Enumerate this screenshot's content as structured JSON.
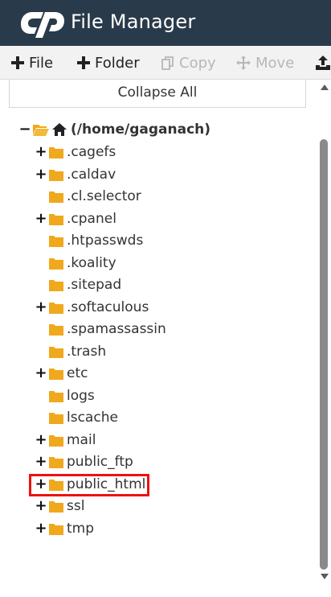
{
  "header": {
    "title": "File Manager",
    "logo_icon": "cpanel-logo-icon",
    "background": "#293a4a"
  },
  "toolbar": {
    "file_label": "File",
    "folder_label": "Folder",
    "copy_label": "Copy",
    "move_label": "Move"
  },
  "tree": {
    "collapse_all_label": "Collapse All",
    "root_label": "(/home/gaganach)",
    "items": [
      {
        "label": ".cagefs",
        "expandable": true
      },
      {
        "label": ".caldav",
        "expandable": true
      },
      {
        "label": ".cl.selector",
        "expandable": false
      },
      {
        "label": ".cpanel",
        "expandable": true
      },
      {
        "label": ".htpasswds",
        "expandable": false
      },
      {
        "label": ".koality",
        "expandable": false
      },
      {
        "label": ".sitepad",
        "expandable": false
      },
      {
        "label": ".softaculous",
        "expandable": true
      },
      {
        "label": ".spamassassin",
        "expandable": false
      },
      {
        "label": ".trash",
        "expandable": false
      },
      {
        "label": "etc",
        "expandable": true
      },
      {
        "label": "logs",
        "expandable": false
      },
      {
        "label": "lscache",
        "expandable": false
      },
      {
        "label": "mail",
        "expandable": true
      },
      {
        "label": "public_ftp",
        "expandable": true
      },
      {
        "label": "public_html",
        "expandable": true,
        "highlighted": true
      },
      {
        "label": "ssl",
        "expandable": true
      },
      {
        "label": "tmp",
        "expandable": true
      }
    ]
  },
  "colors": {
    "folder": "#f0a81c",
    "highlight": "#ee1111"
  }
}
